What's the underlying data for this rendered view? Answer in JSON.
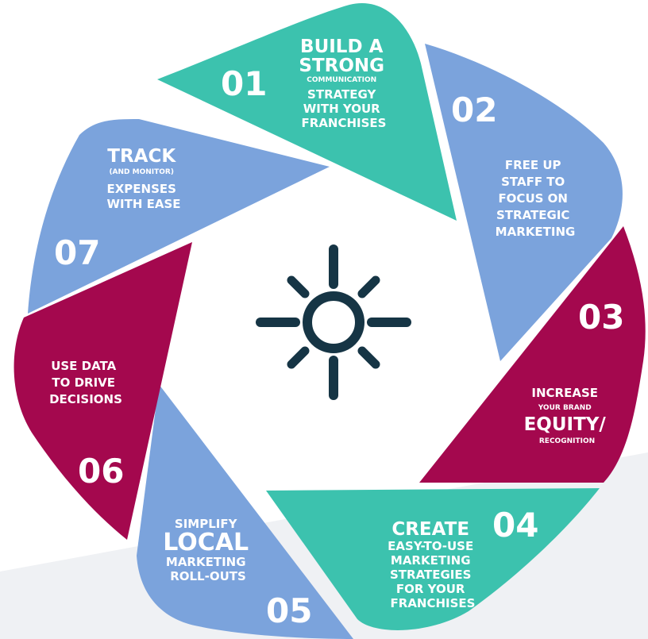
{
  "colors": {
    "teal": "#3cc2ae",
    "blue": "#7ba3dc",
    "crimson": "#a4084e",
    "navy": "#163545",
    "backdrop": "#eff1f4"
  },
  "center_icon": "sunburst-icon",
  "segments": [
    {
      "number": "01",
      "color": "teal",
      "lines": [
        "BUILD A",
        "STRONG",
        "COMMUNICATION",
        "STRATEGY",
        "WITH YOUR",
        "FRANCHISES"
      ]
    },
    {
      "number": "02",
      "color": "blue",
      "lines": [
        "FREE UP",
        "STAFF TO",
        "FOCUS ON",
        "STRATEGIC",
        "MARKETING"
      ]
    },
    {
      "number": "03",
      "color": "crimson",
      "lines": [
        "INCREASE",
        "YOUR BRAND",
        "EQUITY/",
        "RECOGNITION"
      ]
    },
    {
      "number": "04",
      "color": "teal",
      "lines": [
        "CREATE",
        "EASY-TO-USE",
        "MARKETING",
        "STRATEGIES",
        "FOR YOUR",
        "FRANCHISES"
      ]
    },
    {
      "number": "05",
      "color": "blue",
      "lines": [
        "SIMPLIFY",
        "LOCAL",
        "MARKETING",
        "ROLL-OUTS"
      ]
    },
    {
      "number": "06",
      "color": "crimson",
      "lines": [
        "USE DATA",
        "TO DRIVE",
        "DECISIONS"
      ]
    },
    {
      "number": "07",
      "color": "blue",
      "lines": [
        "TRACK",
        "(AND MONITOR)",
        "EXPENSES",
        "WITH EASE"
      ]
    }
  ]
}
